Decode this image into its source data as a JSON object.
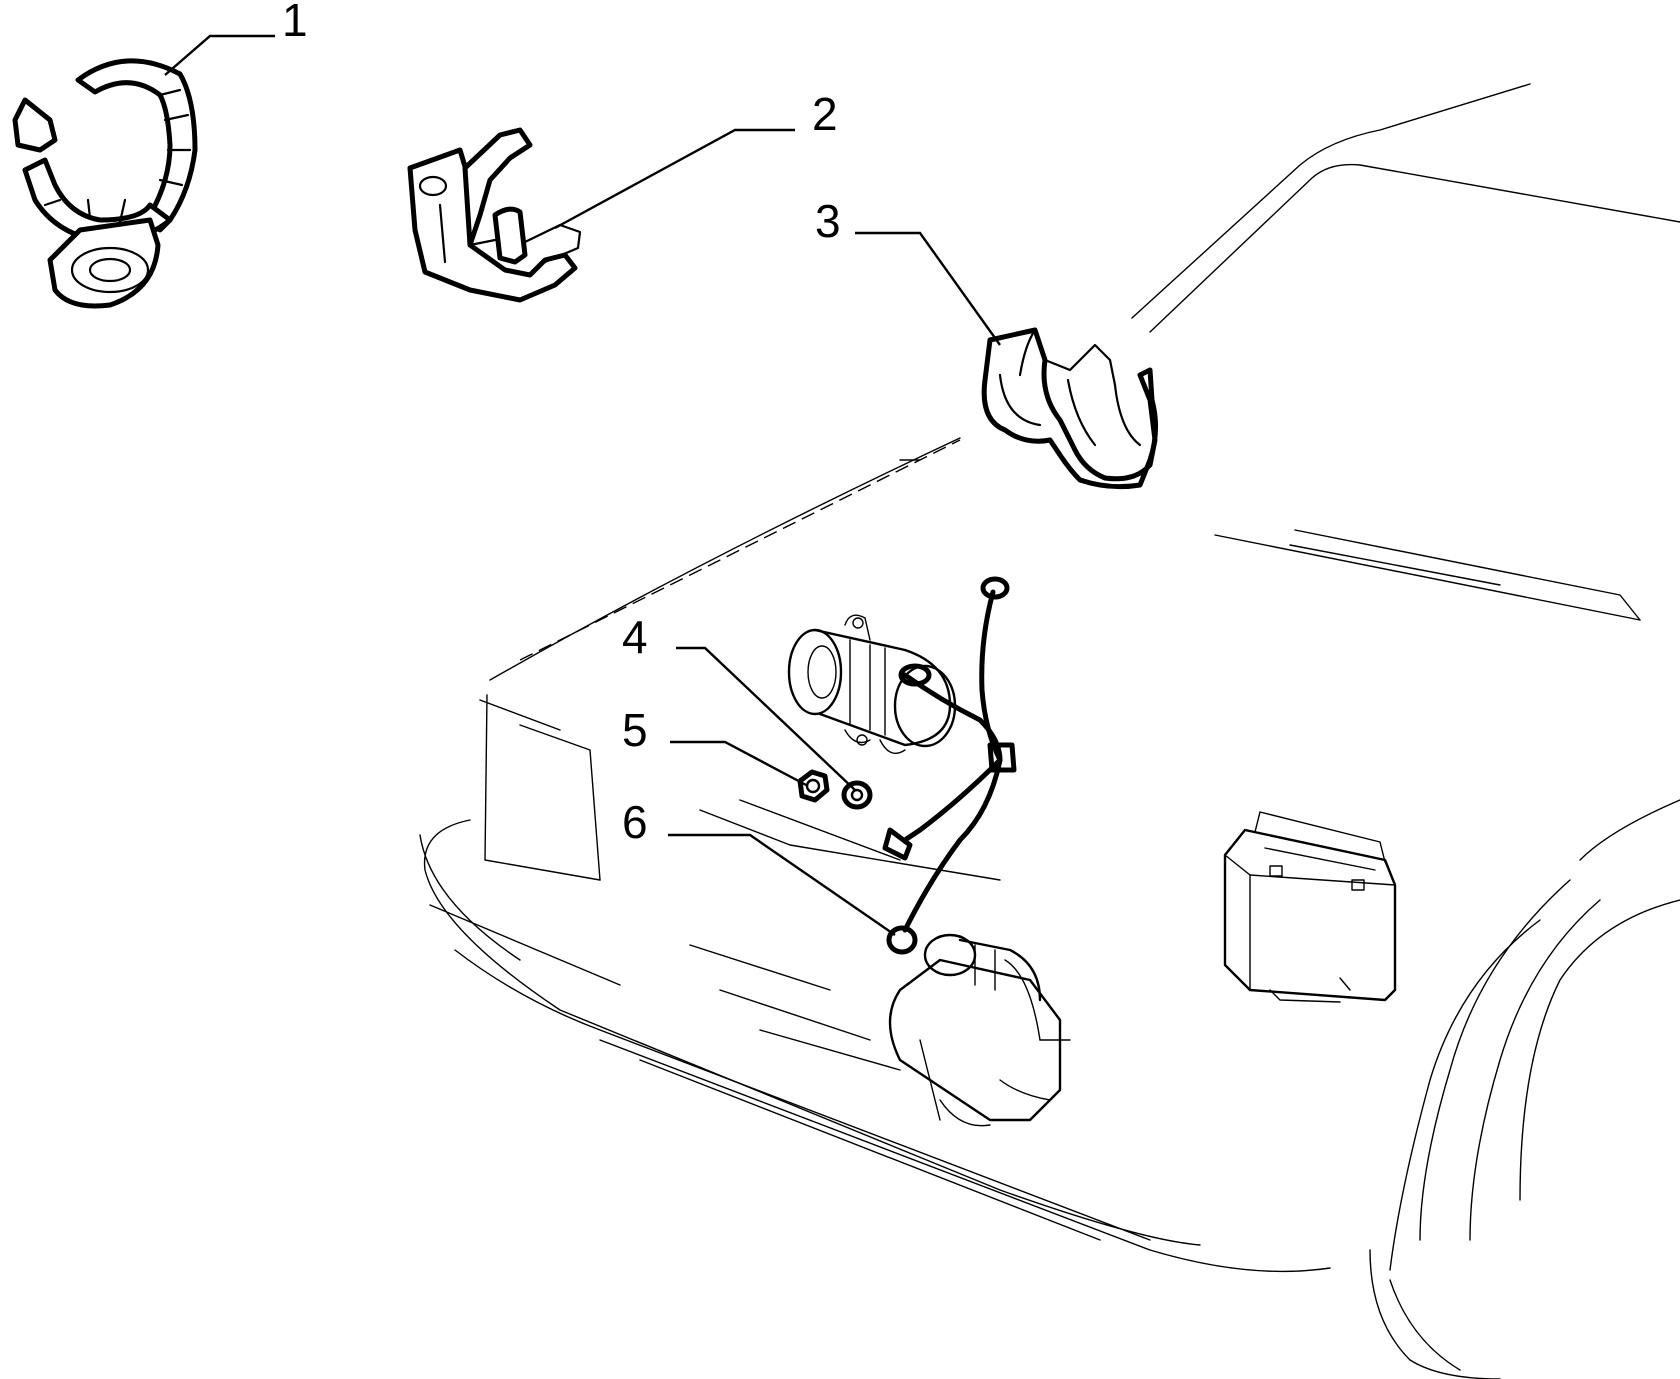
{
  "diagram": {
    "callouts": [
      {
        "id": "1",
        "label": "1",
        "part": "cable-clip-ring"
      },
      {
        "id": "2",
        "label": "2",
        "part": "cable-bracket"
      },
      {
        "id": "3",
        "label": "3",
        "part": "double-cable-clip"
      },
      {
        "id": "4",
        "label": "4",
        "part": "washer"
      },
      {
        "id": "5",
        "label": "5",
        "part": "nut"
      },
      {
        "id": "6",
        "label": "6",
        "part": "battery-cable-harness"
      }
    ],
    "line_color": "#000000",
    "background": "#ffffff"
  }
}
